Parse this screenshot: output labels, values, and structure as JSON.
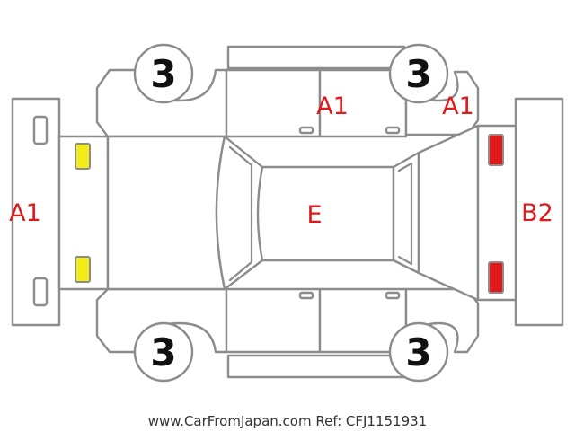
{
  "colors": {
    "outline": "#8c8c8c",
    "code_text": "#e0191c",
    "front_lamp_fill": "#f4ec1a",
    "rear_lamp_fill": "#e0191c"
  },
  "labels": {
    "front_bumper": "A1",
    "rear_bumper": "B2",
    "roof": "E",
    "upper_rear_door": "A1",
    "upper_rear_fender": "A1"
  },
  "wheels": {
    "front_left": "3",
    "rear_left": "3",
    "front_right": "3",
    "rear_right": "3"
  },
  "watermark": "www.CarFromJapan.com Ref: CFJ1151931"
}
